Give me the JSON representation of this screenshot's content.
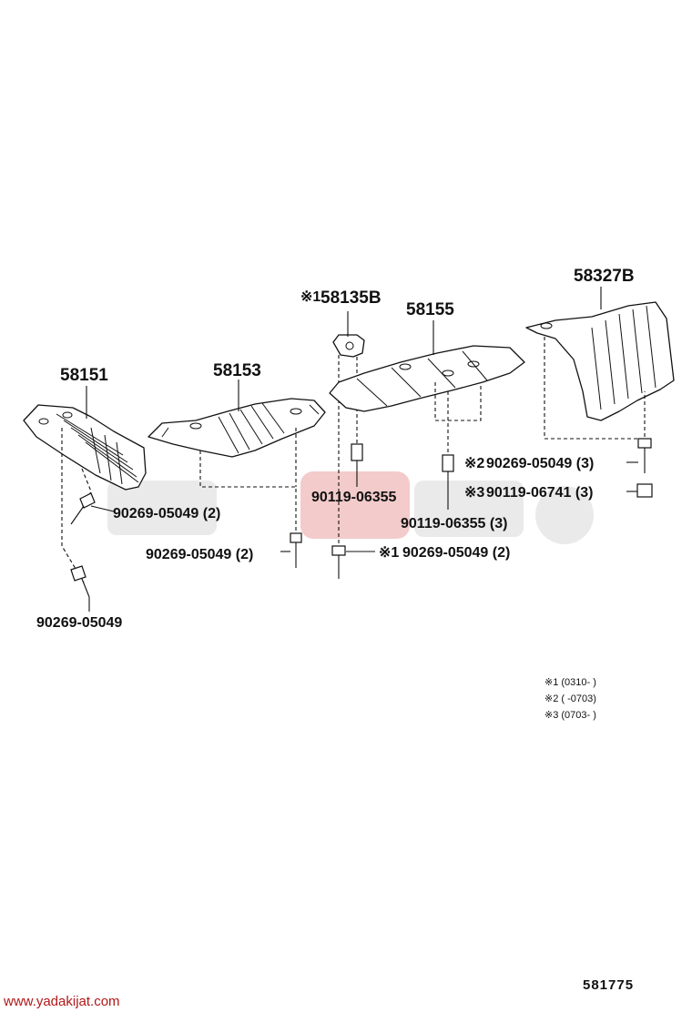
{
  "parts": {
    "p58151": "58151",
    "p58153": "58153",
    "p58135b": "58135B",
    "p58155": "58155",
    "p58327b": "58327B"
  },
  "fasteners": {
    "f1": "90269-05049 (2)",
    "f2": "90269-05049",
    "f3": "90269-05049 (2)",
    "f4": "90119-06355",
    "f5": "90269-05049 (2)",
    "f6": "90119-06355 (3)",
    "f7": "90269-05049 (3)",
    "f8": "90119-06741 (3)"
  },
  "marks": {
    "m1": "※1",
    "m_f5": "※1",
    "m_f7": "※2",
    "m_f8": "※3"
  },
  "notes": [
    "※1 (0310-        )",
    "※2 (        -0703)",
    "※3 (0703-        )"
  ],
  "drawing_code": "581775",
  "footer_url": "www.yadakijat.com",
  "colors": {
    "line": "#111111",
    "watermark": "#d9d9d9",
    "watermark_accent": "#e9a0a0",
    "url": "#b01818"
  }
}
